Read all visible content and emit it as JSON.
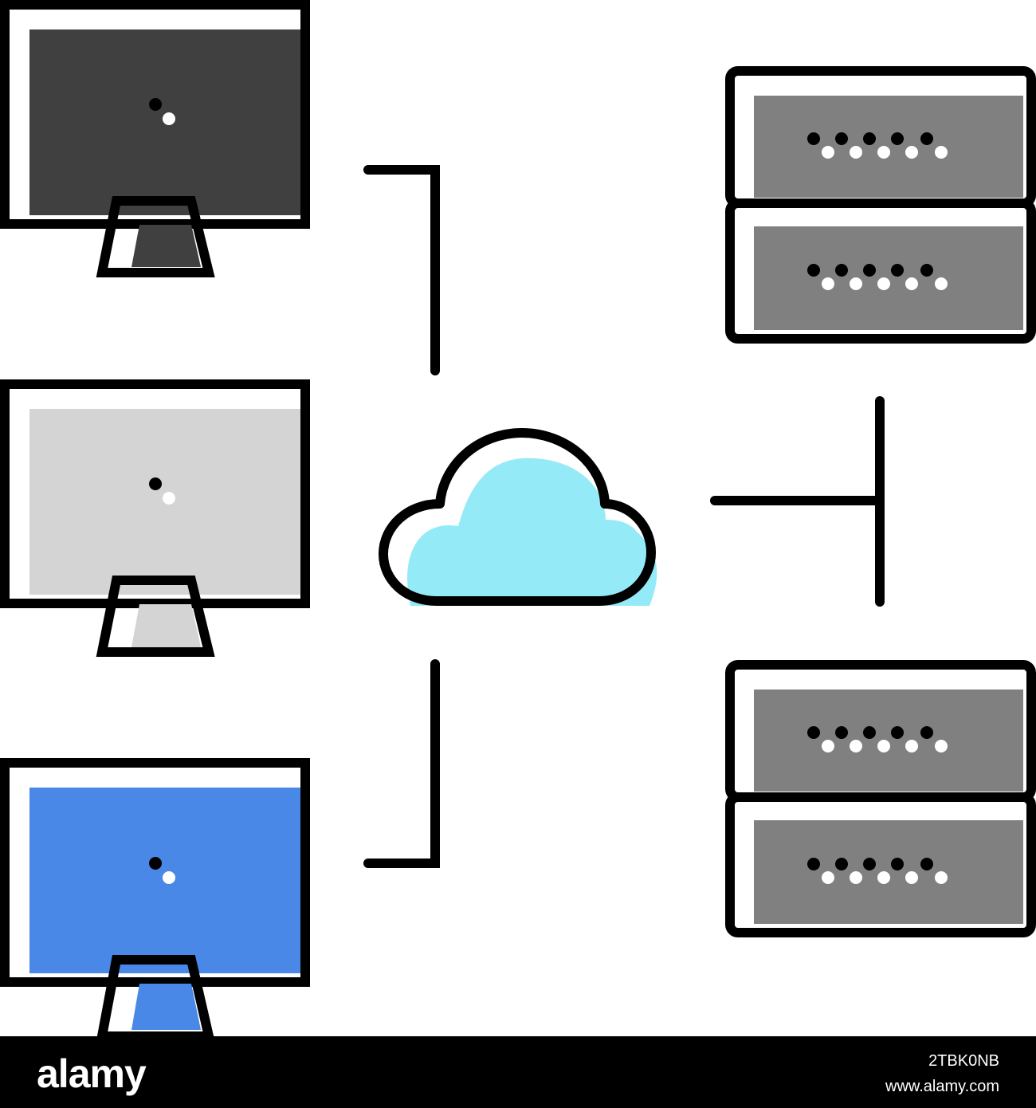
{
  "icons": {
    "computers": [
      {
        "name": "computer-monitor-dark-icon",
        "screen_color": "#404040"
      },
      {
        "name": "computer-monitor-light-icon",
        "screen_color": "#d4d4d4"
      },
      {
        "name": "computer-monitor-blue-icon",
        "screen_color": "#4a88e8"
      }
    ],
    "cloud": {
      "name": "cloud-icon",
      "fill_color": "#95eaf8"
    },
    "servers": [
      {
        "name": "server-rack-top-icon",
        "fill_color": "#808080"
      },
      {
        "name": "server-rack-bottom-icon",
        "fill_color": "#808080"
      }
    ]
  },
  "colors": {
    "outline": "#000000",
    "background": "#ffffff"
  },
  "watermark": {
    "brand": "alamy",
    "image_id": "2TBK0NB",
    "url": "www.alamy.com"
  }
}
